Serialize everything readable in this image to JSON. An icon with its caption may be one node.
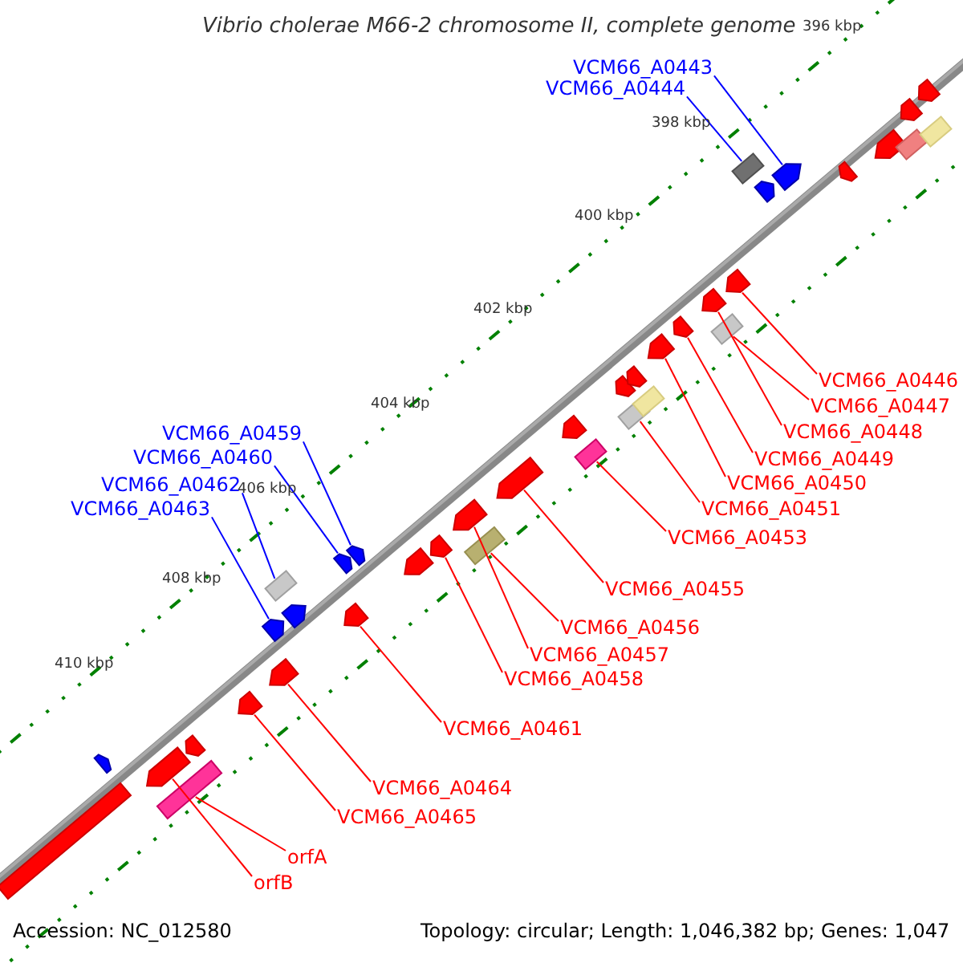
{
  "diagram": {
    "title": "Vibrio cholerae M66-2 chromosome II, complete genome",
    "nodes": [
      {
        "text": [
          "VCM66_A0443"
        ]
      },
      {
        "text": [],
        "shape": "arrow"
      },
      {
        "text": [
          "VCM66_A0444"
        ]
      },
      {
        "text": [],
        "shape": "box"
      },
      {
        "text": [
          "VCM66_A0446"
        ]
      },
      {
        "text": [],
        "shape": "arrow"
      },
      {
        "text": [
          "VCM66_A0447"
        ]
      },
      {
        "text": [],
        "shape": "box"
      },
      {
        "text": [
          "VCM66_A0448"
        ]
      },
      {
        "text": [],
        "shape": "arrow"
      },
      {
        "text": [
          "VCM66_A0449"
        ]
      },
      {
        "text": [],
        "shape": "arrow"
      },
      {
        "text": [
          "VCM66_A0450"
        ]
      },
      {
        "text": [],
        "shape": "arrow"
      },
      {
        "text": [
          "VCM66_A0451"
        ]
      },
      {
        "text": [],
        "shape": "box"
      },
      {
        "text": [
          "VCM66_A0453"
        ]
      },
      {
        "text": [],
        "shape": "box"
      },
      {
        "text": [
          "VCM66_A0459"
        ]
      },
      {
        "text": [],
        "shape": "arrow"
      },
      {
        "text": [
          "VCM66_A0460"
        ]
      },
      {
        "text": [],
        "shape": "arrow"
      },
      {
        "text": [
          "VCM66_A0462"
        ]
      },
      {
        "text": [],
        "shape": "box"
      },
      {
        "text": [
          "VCM66_A0463"
        ]
      },
      {
        "text": [],
        "shape": "arrow"
      },
      {
        "text": [
          "VCM66_A0455"
        ]
      },
      {
        "text": [],
        "shape": "arrow"
      },
      {
        "text": [
          "VCM66_A0456"
        ]
      },
      {
        "text": [],
        "shape": "box"
      },
      {
        "text": [
          "VCM66_A0457"
        ]
      },
      {
        "text": [],
        "shape": "arrow"
      },
      {
        "text": [
          "VCM66_A0458"
        ]
      },
      {
        "text": [],
        "shape": "arrow"
      },
      {
        "text": [
          "VCM66_A0461"
        ]
      },
      {
        "text": [],
        "shape": "arrow"
      },
      {
        "text": [
          "VCM66_A0464"
        ]
      },
      {
        "text": [],
        "shape": "arrow"
      },
      {
        "text": [
          "VCM66_A0465"
        ]
      },
      {
        "text": [],
        "shape": "arrow"
      },
      {
        "text": [
          "orfA"
        ]
      },
      {
        "text": [],
        "shape": "box"
      },
      {
        "text": [
          "orfB"
        ]
      },
      {
        "text": [],
        "shape": "arrow"
      },
      {
        "text": [],
        "shape": "arrow"
      },
      {
        "text": [],
        "shape": "arrow"
      },
      {
        "text": [],
        "shape": "arrow"
      },
      {
        "text": [],
        "shape": "box"
      },
      {
        "text": [],
        "shape": "box"
      },
      {
        "text": [],
        "shape": "arrow"
      },
      {
        "text": [],
        "shape": "arrow"
      },
      {
        "text": [],
        "shape": "arrow"
      },
      {
        "text": [],
        "shape": "box"
      },
      {
        "text": [],
        "shape": "arrow"
      },
      {
        "text": [],
        "shape": "arrow"
      },
      {
        "text": [],
        "shape": "arrow"
      },
      {
        "text": [],
        "shape": "bar"
      },
      {
        "text": [],
        "shape": "arrow"
      },
      {
        "text": [],
        "shape": "arrow"
      },
      {
        "text": [],
        "shape": "arrow"
      }
    ],
    "edges": [
      {
        "from": 0,
        "to": 1,
        "arrow": "none",
        "color": "#0000ff"
      },
      {
        "from": 2,
        "to": 3,
        "arrow": "none",
        "color": "#0000ff"
      },
      {
        "from": 4,
        "to": 5,
        "arrow": "none"
      },
      {
        "from": 6,
        "to": 7,
        "arrow": "none"
      },
      {
        "from": 8,
        "to": 9,
        "arrow": "none"
      },
      {
        "from": 10,
        "to": 11,
        "arrow": "none"
      },
      {
        "from": 12,
        "to": 13,
        "arrow": "none"
      },
      {
        "from": 14,
        "to": 15,
        "arrow": "none"
      },
      {
        "from": 16,
        "to": 17,
        "arrow": "none"
      },
      {
        "from": 18,
        "to": 19,
        "arrow": "none",
        "color": "#0000ff"
      },
      {
        "from": 20,
        "to": 21,
        "arrow": "none",
        "color": "#0000ff"
      },
      {
        "from": 22,
        "to": 23,
        "arrow": "none",
        "color": "#0000ff"
      },
      {
        "from": 24,
        "to": 25,
        "arrow": "none",
        "color": "#0000ff"
      },
      {
        "from": 26,
        "to": 27,
        "arrow": "none"
      },
      {
        "from": 28,
        "to": 29,
        "arrow": "none"
      },
      {
        "from": 30,
        "to": 31,
        "arrow": "none"
      },
      {
        "from": 32,
        "to": 33,
        "arrow": "none"
      },
      {
        "from": 34,
        "to": 35,
        "arrow": "none"
      },
      {
        "from": 36,
        "to": 37,
        "arrow": "none"
      },
      {
        "from": 38,
        "to": 39,
        "arrow": "none"
      },
      {
        "from": 40,
        "to": 41,
        "arrow": "none"
      },
      {
        "from": 42,
        "to": 43,
        "arrow": "none"
      }
    ],
    "labels": [
      "396 kbp",
      "398 kbp",
      "400 kbp",
      "402 kbp",
      "404 kbp",
      "406 kbp",
      "408 kbp",
      "410 kbp",
      "Accession: NC_012580",
      "Topology: circular; Length: 1,046,382 bp; Genes: 1,047"
    ]
  }
}
